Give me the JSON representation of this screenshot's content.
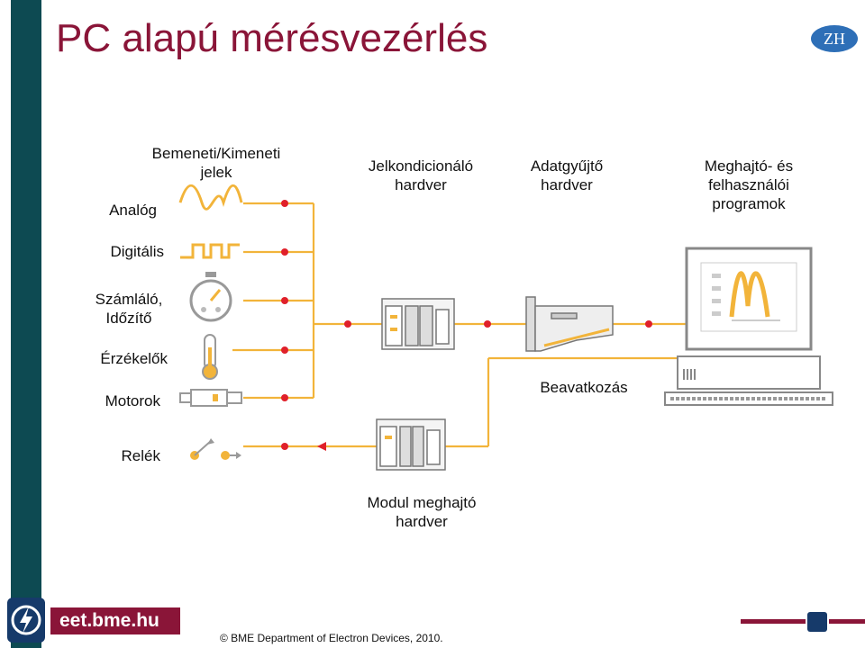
{
  "title": "PC alapú mérésvezérlés",
  "badge": "ZH",
  "columns": {
    "io_line1": "Bemeneti/Kimeneti",
    "io_line2": "jelek",
    "cond_line1": "Jelkondicionáló",
    "cond_line2": "hardver",
    "daq_line1": "Adatgyűjtő",
    "daq_line2": "hardver",
    "sw_line1": "Meghajtó- és",
    "sw_line2": "felhasználói",
    "sw_line3": "programok"
  },
  "rows": {
    "analog": "Analóg",
    "digital": "Digitális",
    "counter_line1": "Számláló,",
    "counter_line2": "Időzítő",
    "sensors": "Érzékelők",
    "motors": "Motorok",
    "relays": "Relék"
  },
  "labels": {
    "control": "Beavatkozás",
    "module_line1": "Modul meghajtó",
    "module_line2": "hardver"
  },
  "footer": {
    "site": "eet.bme.hu",
    "copyright": "© BME Department of Electron Devices, 2010."
  },
  "icons": [
    "sine-wave-icon",
    "square-wave-icon",
    "stopwatch-icon",
    "thermometer-icon",
    "motor-icon",
    "relay-icon",
    "signal-conditioning-module-icon",
    "daq-card-icon",
    "computer-icon",
    "module-driver-icon"
  ],
  "colors": {
    "accent": "#8a1538",
    "wire": "#f2b43a",
    "dot": "#e0202a",
    "bar": "#0d4a52",
    "badge": "#2e6fb7"
  }
}
